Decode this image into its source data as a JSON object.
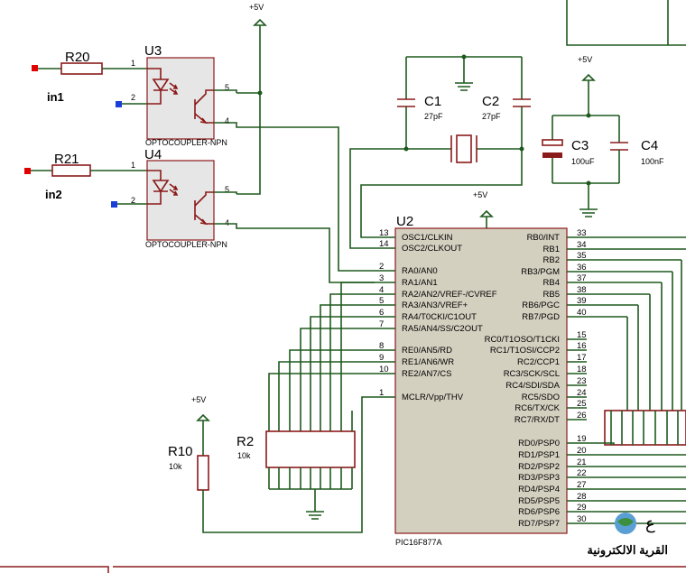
{
  "rails": {
    "vcc": "+5V"
  },
  "u3": {
    "ref": "U3",
    "part": "OPTOCOUPLER-NPN",
    "pins": [
      "1",
      "2",
      "5",
      "4"
    ]
  },
  "u4": {
    "ref": "U4",
    "part": "OPTOCOUPLER-NPN",
    "pins": [
      "1",
      "2",
      "5",
      "4"
    ]
  },
  "r20": {
    "ref": "R20"
  },
  "r21": {
    "ref": "R21"
  },
  "inputs": {
    "in1": "in1",
    "in2": "in2"
  },
  "c1": {
    "ref": "C1",
    "value": "27pF"
  },
  "c2": {
    "ref": "C2",
    "value": "27pF"
  },
  "c3": {
    "ref": "C3",
    "value": "100uF"
  },
  "c4": {
    "ref": "C4",
    "value": "100nF"
  },
  "r10": {
    "ref": "R10",
    "value": "10k"
  },
  "r2": {
    "ref": "R2",
    "value": "10k"
  },
  "u2": {
    "ref": "U2",
    "part": "PIC16F877A",
    "left_pins": [
      {
        "num": "13",
        "name": "OSC1/CLKIN"
      },
      {
        "num": "14",
        "name": "OSC2/CLKOUT"
      },
      {
        "num": "2",
        "name": "RA0/AN0"
      },
      {
        "num": "3",
        "name": "RA1/AN1"
      },
      {
        "num": "4",
        "name": "RA2/AN2/VREF-/CVREF"
      },
      {
        "num": "5",
        "name": "RA3/AN3/VREF+"
      },
      {
        "num": "6",
        "name": "RA4/T0CKI/C1OUT"
      },
      {
        "num": "7",
        "name": "RA5/AN4/SS/C2OUT"
      },
      {
        "num": "8",
        "name": "RE0/AN5/RD"
      },
      {
        "num": "9",
        "name": "RE1/AN6/WR"
      },
      {
        "num": "10",
        "name": "RE2/AN7/CS"
      },
      {
        "num": "1",
        "name": "MCLR/Vpp/THV"
      }
    ],
    "right_pins": [
      {
        "num": "33",
        "name": "RB0/INT"
      },
      {
        "num": "34",
        "name": "RB1"
      },
      {
        "num": "35",
        "name": "RB2"
      },
      {
        "num": "36",
        "name": "RB3/PGM"
      },
      {
        "num": "37",
        "name": "RB4"
      },
      {
        "num": "38",
        "name": "RB5"
      },
      {
        "num": "39",
        "name": "RB6/PGC"
      },
      {
        "num": "40",
        "name": "RB7/PGD"
      },
      {
        "num": "15",
        "name": "RC0/T1OSO/T1CKI"
      },
      {
        "num": "16",
        "name": "RC1/T1OSI/CCP2"
      },
      {
        "num": "17",
        "name": "RC2/CCP1"
      },
      {
        "num": "18",
        "name": "RC3/SCK/SCL"
      },
      {
        "num": "23",
        "name": "RC4/SDI/SDA"
      },
      {
        "num": "24",
        "name": "RC5/SDO"
      },
      {
        "num": "25",
        "name": "RC6/TX/CK"
      },
      {
        "num": "26",
        "name": "RC7/RX/DT"
      },
      {
        "num": "19",
        "name": "RD0/PSP0"
      },
      {
        "num": "20",
        "name": "RD1/PSP1"
      },
      {
        "num": "21",
        "name": "RD2/PSP2"
      },
      {
        "num": "22",
        "name": "RD3/PSP3"
      },
      {
        "num": "27",
        "name": "RD4/PSP4"
      },
      {
        "num": "28",
        "name": "RD5/PSP5"
      },
      {
        "num": "29",
        "name": "RD6/PSP6"
      },
      {
        "num": "30",
        "name": "RD7/PSP7"
      }
    ]
  },
  "watermark": {
    "text": "القرية الالكترونية"
  }
}
